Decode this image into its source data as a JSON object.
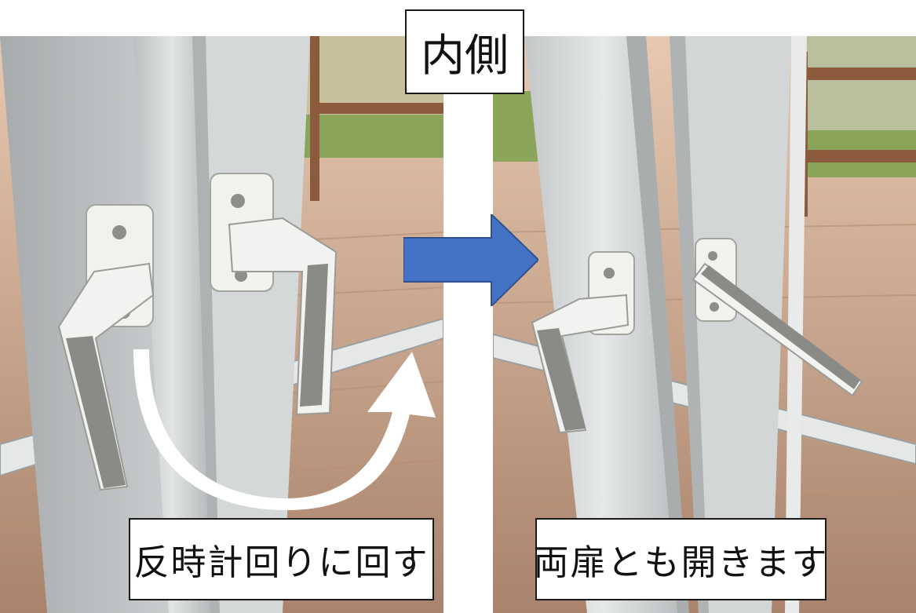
{
  "title": "内側",
  "captions": {
    "left": "反時計回りに回す",
    "right": "両扉とも開きます"
  },
  "colors": {
    "direction_arrow": "#4472c4",
    "rotate_arrow": "#ffffff",
    "frame": "#cfd3d4",
    "deck": "#c9a48a",
    "handle": "#f2f2f0"
  },
  "icons": {
    "direction": "arrow-right-icon",
    "rotation": "counterclockwise-arrow-icon"
  }
}
